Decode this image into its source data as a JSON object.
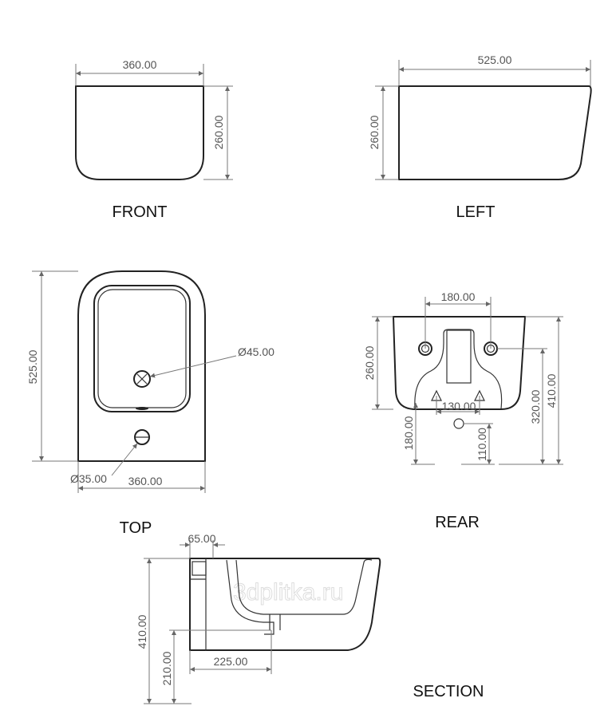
{
  "views": {
    "front": {
      "label": "FRONT",
      "width": "360.00",
      "height": "260.00"
    },
    "left": {
      "label": "LEFT",
      "length": "525.00",
      "height": "260.00"
    },
    "top": {
      "label": "TOP",
      "length": "525.00",
      "width": "360.00",
      "hole_large": "Ø45.00",
      "hole_small": "Ø35.00"
    },
    "rear": {
      "label": "REAR",
      "hole_spacing": "180.00",
      "height": "260.00",
      "total_height": "410.00",
      "hole_height": "320.00",
      "left_offset": "180.00",
      "inlet_height": "110.00",
      "inlet_spacing": "130.00"
    },
    "section": {
      "label": "SECTION",
      "wall": "65.00",
      "total_height": "410.00",
      "outlet_height": "210.00",
      "outlet_depth": "225.00"
    }
  },
  "watermark": "3dplitka.ru"
}
